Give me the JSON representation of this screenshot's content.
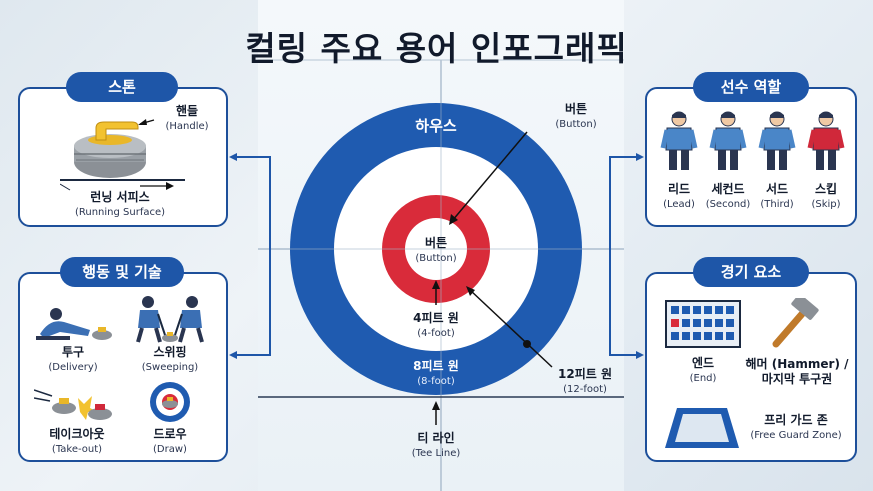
{
  "title": "컬링 주요 용어 인포그래픽",
  "stone_panel": {
    "header": "스톤",
    "handle": {
      "ko": "핸들",
      "en": "(Handle)"
    },
    "running_surface": {
      "ko": "런닝 서피스",
      "en": "(Running Surface)"
    }
  },
  "technique_panel": {
    "header": "행동 및 기술",
    "delivery": {
      "ko": "투구",
      "en": "(Delivery)"
    },
    "sweeping": {
      "ko": "스위핑",
      "en": "(Sweeping)"
    },
    "takeout": {
      "ko": "테이크아웃",
      "en": "(Take-out)"
    },
    "draw": {
      "ko": "드로우",
      "en": "(Draw)"
    }
  },
  "house": {
    "title": "하우스",
    "button_center": {
      "ko": "버튼",
      "en": "(Button)"
    },
    "button_callout": {
      "ko": "버튼",
      "en": "(Button)"
    },
    "four_foot": {
      "ko": "4피트 원",
      "en": "(4-foot)"
    },
    "eight_foot": {
      "ko": "8피트 원",
      "en": "(8-foot)"
    },
    "twelve_foot": {
      "ko": "12피트 원",
      "en": "(12-foot)"
    },
    "tee_line": {
      "ko": "티 라인",
      "en": "(Tee Line)"
    },
    "colors": {
      "outer": "#1f5bb0",
      "white": "#ffffff",
      "red": "#d92b3a"
    }
  },
  "roles_panel": {
    "header": "선수 역할",
    "roles": [
      {
        "ko": "리드",
        "en": "(Lead)",
        "shirt": "#4a86c8"
      },
      {
        "ko": "세컨드",
        "en": "(Second)",
        "shirt": "#4a86c8"
      },
      {
        "ko": "서드",
        "en": "(Third)",
        "shirt": "#4a86c8"
      },
      {
        "ko": "스킵",
        "en": "(Skip)",
        "shirt": "#d0283a"
      }
    ]
  },
  "game_panel": {
    "header": "경기 요소",
    "end": {
      "ko": "엔드",
      "en": "(End)"
    },
    "hammer": {
      "ko": "해머 (Hammer) /",
      "ko2": "마지막 투구권"
    },
    "free_guard": {
      "ko": "프리 가드 존",
      "en": "(Free Guard Zone)"
    }
  }
}
